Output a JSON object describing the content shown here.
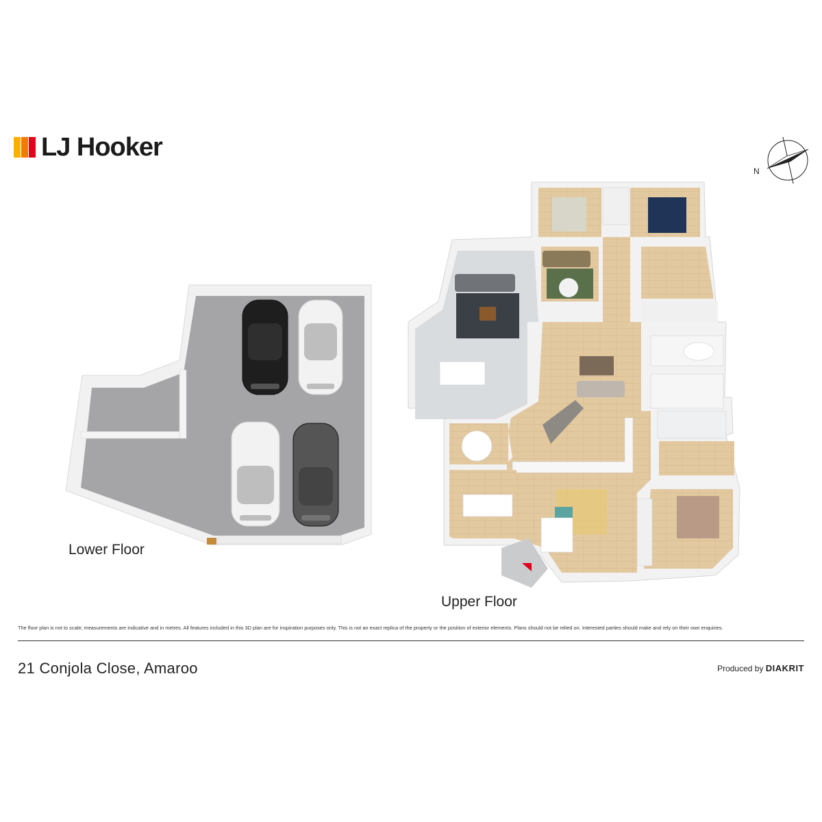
{
  "brand": {
    "name": "LJ Hooker",
    "logo_colors": [
      "#f9b000",
      "#f07d00",
      "#e2001a"
    ]
  },
  "compass": {
    "north_label": "N",
    "icon": "north-arrow-icon"
  },
  "floors": {
    "lower": {
      "label": "Lower Floor",
      "car_count": 4,
      "car_colors": [
        "#1e1e1e",
        "#f2f2f2",
        "#f2f2f2",
        "#555555"
      ]
    },
    "upper": {
      "label": "Upper Floor"
    }
  },
  "colors": {
    "garage_floor": "#a5a5a7",
    "wood_floor": "#e3c9a0",
    "tile_floor": "#d9dcdf",
    "wall": "#f4f4f4",
    "entry_marker": "#e2001a"
  },
  "disclaimer": "The floor plan is not to scale; measurements are indicative and in metres. All features included in this 3D plan are for inspiration purposes only. This is not an exact replica of the property or the position of exterior elements. Plans should not be relied on. Interested parties should make and rely on their own enquiries.",
  "footer": {
    "address": "21 Conjola Close, Amaroo",
    "credit_prefix": "Produced by ",
    "credit_brand": "DIAKRIT"
  }
}
